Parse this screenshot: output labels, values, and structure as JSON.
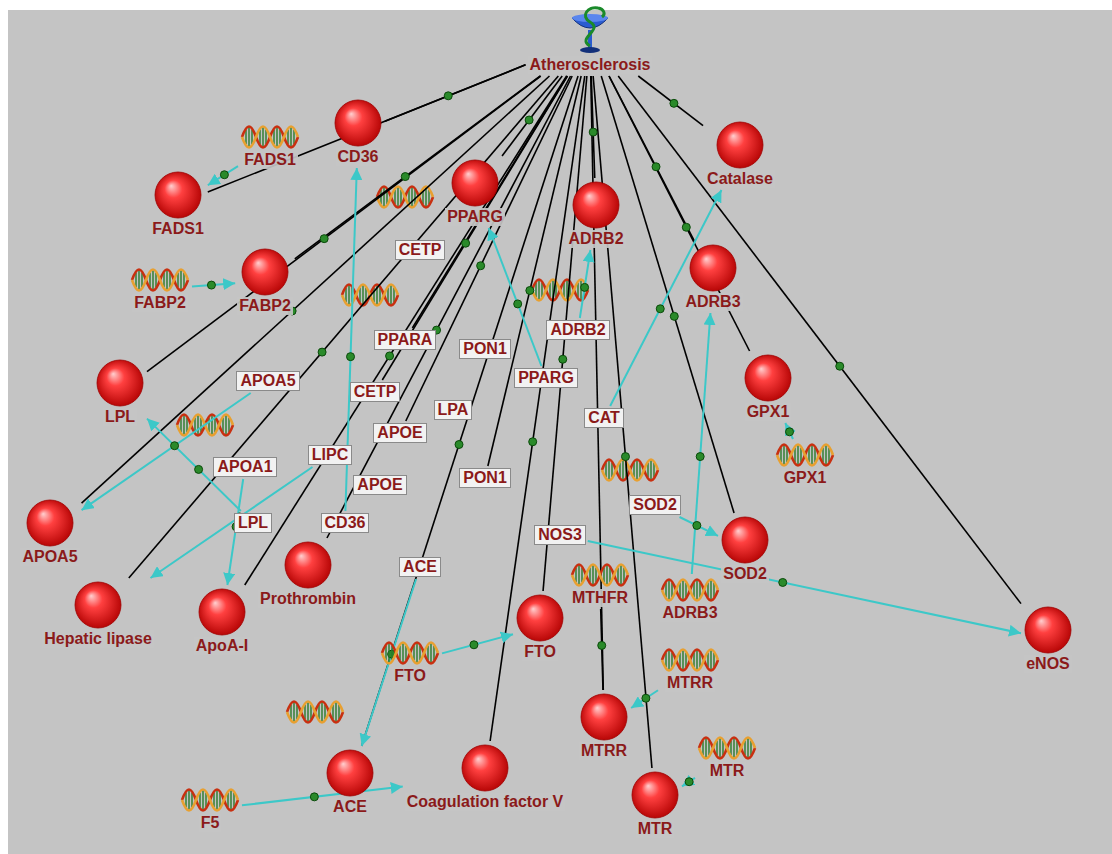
{
  "diagram": {
    "nodes": [
      {
        "text": [
          "Atherosclerosis"
        ]
      },
      {
        "text": [
          "FADS1"
        ]
      },
      {
        "text": [
          "CD36"
        ]
      },
      {
        "text": [
          "PPARG"
        ]
      },
      {
        "text": [
          "ADRB2"
        ]
      },
      {
        "text": [
          "Catalase"
        ]
      },
      {
        "text": [
          "ADRB3"
        ]
      },
      {
        "text": [
          "GPX1"
        ]
      },
      {
        "text": [
          "FABP2"
        ]
      },
      {
        "text": [
          "LPL"
        ]
      },
      {
        "text": [
          "APOA5"
        ]
      },
      {
        "text": [
          "Hepatic lipase"
        ]
      },
      {
        "text": [
          "ApoA-I"
        ]
      },
      {
        "text": [
          "Prothrombin"
        ]
      },
      {
        "text": [
          "FTO"
        ]
      },
      {
        "text": [
          "SOD2"
        ]
      },
      {
        "text": [
          "MTRR"
        ]
      },
      {
        "text": [
          "MTR"
        ]
      },
      {
        "text": [
          "ACE"
        ]
      },
      {
        "text": [
          "Coagulation factor V"
        ]
      },
      {
        "text": [
          "eNOS"
        ]
      },
      {
        "text": [
          "FADS1"
        ]
      },
      {
        "text": [
          "FABP2"
        ]
      },
      {
        "text": [
          "GPX1"
        ]
      },
      {
        "text": [
          "MTHFR"
        ]
      },
      {
        "text": [
          "FTO"
        ]
      },
      {
        "text": [
          "MTRR"
        ]
      },
      {
        "text": [
          "MTR"
        ]
      },
      {
        "text": [
          "ADRB3"
        ]
      },
      {
        "text": [
          "F5"
        ]
      },
      {
        "text": [
          "CETP"
        ]
      },
      {
        "text": [
          "PPARA"
        ]
      },
      {
        "text": [
          "PON1"
        ]
      },
      {
        "text": [
          "PPARG"
        ]
      },
      {
        "text": [
          "ADRB2"
        ]
      },
      {
        "text": [
          "APOA5"
        ]
      },
      {
        "text": [
          "CETP"
        ]
      },
      {
        "text": [
          "LPA"
        ]
      },
      {
        "text": [
          "CAT"
        ]
      },
      {
        "text": [
          "APOE"
        ]
      },
      {
        "text": [
          "APOA1"
        ]
      },
      {
        "text": [
          "LIPC"
        ]
      },
      {
        "text": [
          "APOE"
        ]
      },
      {
        "text": [
          "PON1"
        ]
      },
      {
        "text": [
          "SOD2"
        ]
      },
      {
        "text": [
          "LPL"
        ]
      },
      {
        "text": [
          "CD36"
        ]
      },
      {
        "text": [
          "NOS3"
        ]
      },
      {
        "text": [
          "ACE"
        ]
      }
    ],
    "edges": [
      {
        "from": 1,
        "to": 0,
        "arrow": "none"
      },
      {
        "from": 2,
        "to": 0,
        "arrow": "none"
      },
      {
        "from": 3,
        "to": 0,
        "arrow": "none"
      },
      {
        "from": 4,
        "to": 0,
        "arrow": "none"
      },
      {
        "from": 5,
        "to": 0,
        "arrow": "none"
      },
      {
        "from": 6,
        "to": 0,
        "arrow": "none"
      },
      {
        "from": 7,
        "to": 0,
        "arrow": "none"
      },
      {
        "from": 8,
        "to": 0,
        "arrow": "none"
      },
      {
        "from": 9,
        "to": 0,
        "arrow": "none"
      },
      {
        "from": 10,
        "to": 0,
        "arrow": "none"
      },
      {
        "from": 11,
        "to": 0,
        "arrow": "none"
      },
      {
        "from": 12,
        "to": 0,
        "arrow": "none"
      },
      {
        "from": 13,
        "to": 0,
        "arrow": "none"
      },
      {
        "from": 14,
        "to": 0,
        "arrow": "none"
      },
      {
        "from": 15,
        "to": 0,
        "arrow": "none"
      },
      {
        "from": 16,
        "to": 0,
        "arrow": "none"
      },
      {
        "from": 17,
        "to": 0,
        "arrow": "none"
      },
      {
        "from": 18,
        "to": 0,
        "arrow": "none"
      },
      {
        "from": 19,
        "to": 0,
        "arrow": "none"
      },
      {
        "from": 20,
        "to": 0,
        "arrow": "none"
      },
      {
        "from": 31,
        "to": 0,
        "arrow": "none"
      },
      {
        "from": 36,
        "to": 0,
        "arrow": "none"
      },
      {
        "from": 39,
        "to": 0,
        "arrow": "none"
      },
      {
        "from": 43,
        "to": 0,
        "arrow": "none"
      },
      {
        "from": 24,
        "to": 16,
        "arrow": "none"
      },
      {
        "from": 21,
        "to": 1,
        "arrow": "to"
      },
      {
        "from": 22,
        "to": 8,
        "arrow": "to"
      },
      {
        "from": 23,
        "to": 7,
        "arrow": "to"
      },
      {
        "from": 25,
        "to": 14,
        "arrow": "to"
      },
      {
        "from": 26,
        "to": 16,
        "arrow": "to"
      },
      {
        "from": 27,
        "to": 17,
        "arrow": "to"
      },
      {
        "from": 28,
        "to": 6,
        "arrow": "to"
      },
      {
        "from": 29,
        "to": 19,
        "arrow": "to"
      },
      {
        "from": 38,
        "to": 5,
        "arrow": "to"
      },
      {
        "from": 47,
        "to": 20,
        "arrow": "to"
      },
      {
        "from": 35,
        "to": 10,
        "arrow": "to"
      },
      {
        "from": 45,
        "to": 9,
        "arrow": "to"
      },
      {
        "from": 44,
        "to": 15,
        "arrow": "to"
      },
      {
        "from": 48,
        "to": 18,
        "arrow": "to"
      },
      {
        "from": 33,
        "to": 3,
        "arrow": "to"
      },
      {
        "from": 34,
        "to": 4,
        "arrow": "to"
      },
      {
        "from": 46,
        "to": 2,
        "arrow": "to"
      },
      {
        "from": 40,
        "to": 12,
        "arrow": "to"
      },
      {
        "from": 41,
        "to": 11,
        "arrow": "to"
      }
    ]
  }
}
